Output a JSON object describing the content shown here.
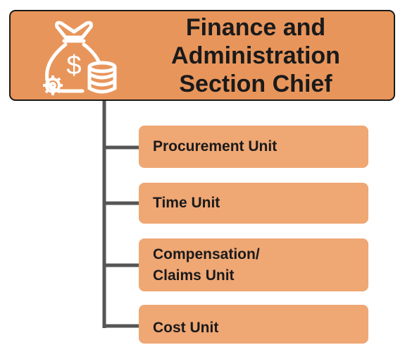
{
  "chief": {
    "title": "Finance and\nAdministration\nSection Chief",
    "icon": "money-bag-coins-gear-icon"
  },
  "units": [
    {
      "label": "Procurement Unit"
    },
    {
      "label": "Time Unit"
    },
    {
      "label": "Compensation/\nClaims Unit"
    },
    {
      "label": "Cost Unit"
    }
  ],
  "colors": {
    "chief_fill": "#E8955B",
    "unit_fill": "#EFA774",
    "border": "#1a1a1a",
    "connector": "#555555"
  }
}
